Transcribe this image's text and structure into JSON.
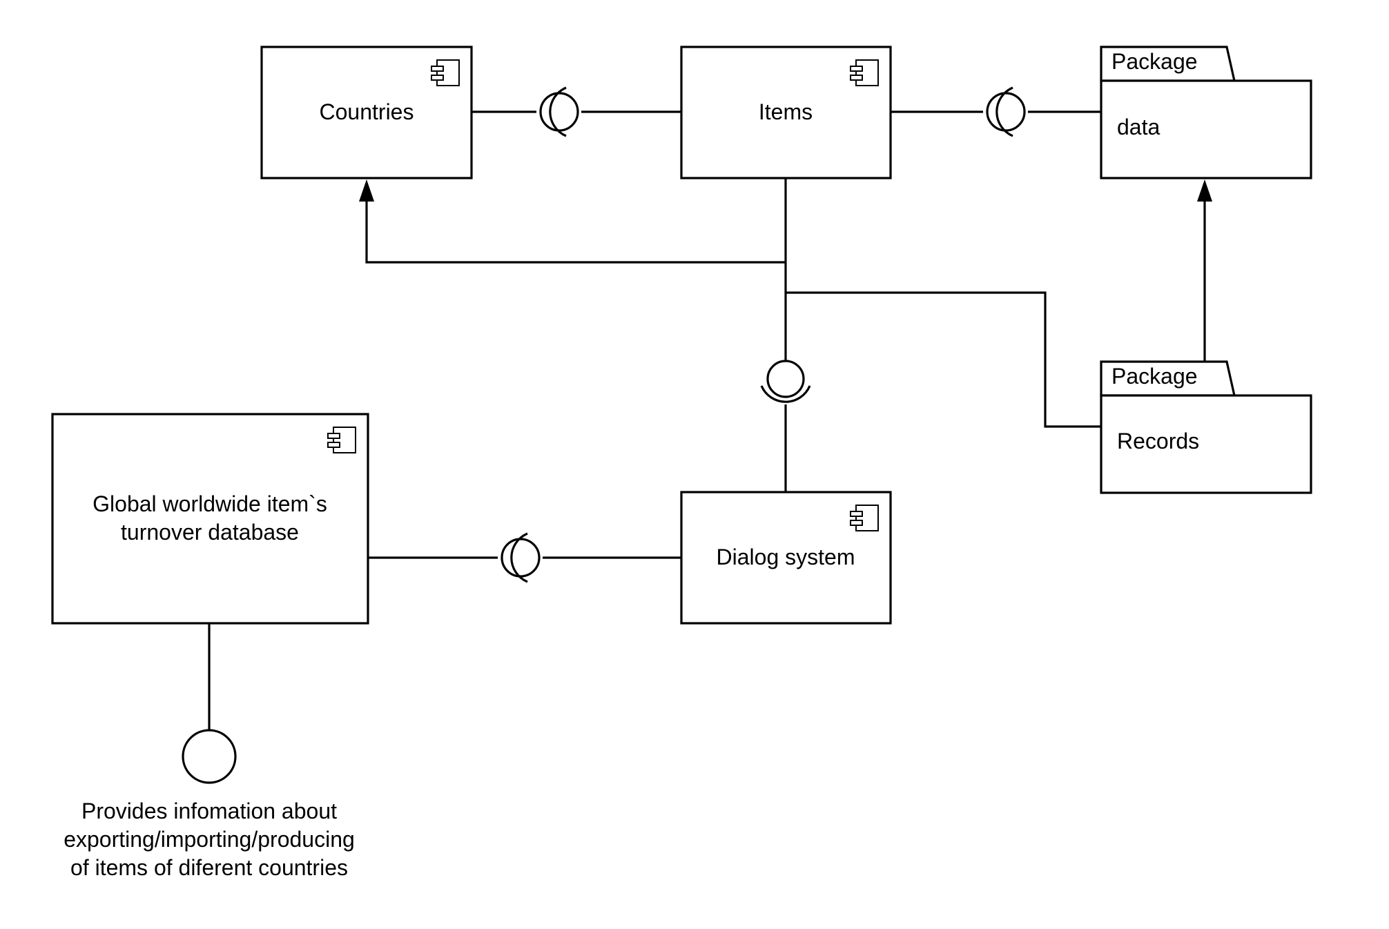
{
  "components": {
    "countries": {
      "label": "Countries",
      "icon": "component-icon"
    },
    "items": {
      "label": "Items",
      "icon": "component-icon"
    },
    "database": {
      "label_line1": "Global worldwide item`s",
      "label_line2": "turnover database",
      "icon": "component-icon"
    },
    "dialog": {
      "label": "Dialog system",
      "icon": "component-icon"
    }
  },
  "packages": {
    "data": {
      "tab": "Package",
      "name": "data"
    },
    "records": {
      "tab": "Package",
      "name": "Records"
    }
  },
  "provided_interface": {
    "note_line1": "Provides infomation about",
    "note_line2": "exporting/importing/producing",
    "note_line3": "of items of diferent countries"
  },
  "colors": {
    "stroke": "#000000",
    "background": "#ffffff"
  }
}
